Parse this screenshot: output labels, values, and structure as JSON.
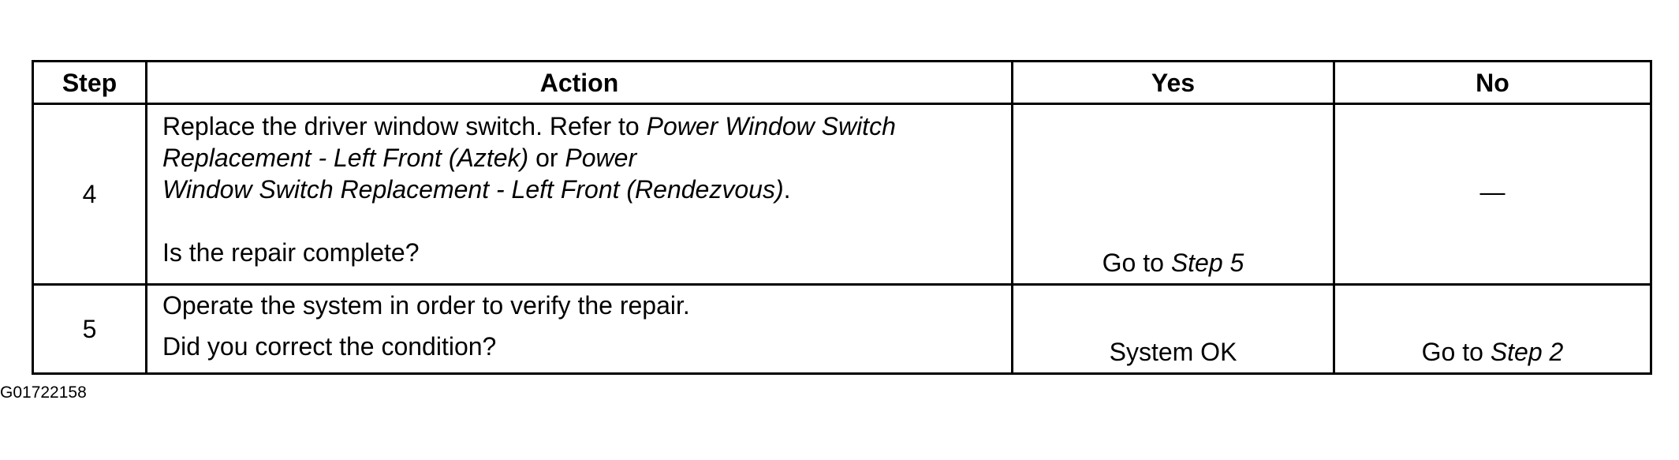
{
  "table": {
    "headers": {
      "step": "Step",
      "action": "Action",
      "yes": "Yes",
      "no": "No"
    },
    "rows": [
      {
        "step": "4",
        "action": {
          "line1_plain": "Replace the driver window switch. Refer to ",
          "line1_italic": "Power Window Switch",
          "line2_italic": "Replacement - Left Front (Aztek)",
          "line2_plain": " or ",
          "line2_italic_b": "Power",
          "line3_italic": "Window Switch Replacement - Left Front (Rendezvous)",
          "line3_plain": ".",
          "question": "Is the repair complete?"
        },
        "yes": {
          "prefix": "Go to ",
          "link": "Step 5"
        },
        "no": "—"
      },
      {
        "step": "5",
        "action": {
          "line1": "Operate the system in order to verify the repair.",
          "question": "Did you correct the condition?"
        },
        "yes": "System OK",
        "no": {
          "prefix": "Go to ",
          "link": "Step 2"
        }
      }
    ]
  },
  "figure_id": "G01722158"
}
